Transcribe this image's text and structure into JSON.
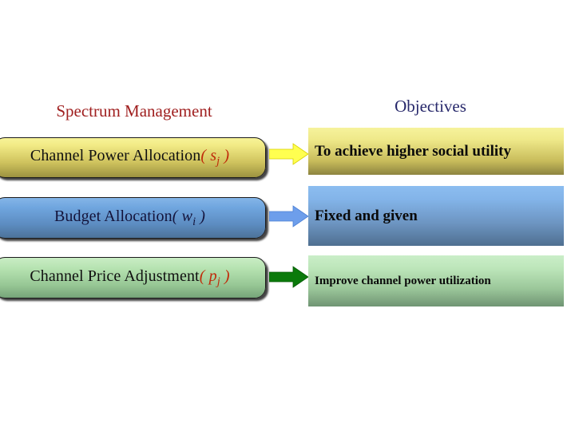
{
  "headings": {
    "left": "Spectrum Management",
    "right": "Objectives",
    "left_color": "#a02020",
    "right_color": "#27286b"
  },
  "rows": [
    {
      "left_label": "Channel Power Allocation",
      "left_symbol_open": "( ",
      "left_symbol_var": "s",
      "left_symbol_sub": "j",
      "left_symbol_close": " )",
      "left_symbol_color": "#c02a0a",
      "arrow_name": "yellow-arrow",
      "arrow_color": "#ffff50",
      "arrow_border": "#e8e000",
      "right_label": "To achieve higher social utility",
      "right_gradient_top": "#f6f39c",
      "right_gradient_bottom": "#8d8440"
    },
    {
      "left_label": "Budget Allocation",
      "left_symbol_open": "( ",
      "left_symbol_var": "w",
      "left_symbol_sub": "i",
      "left_symbol_close": " )",
      "left_symbol_color": "#14143c",
      "arrow_name": "blue-arrow",
      "arrow_color": "#6d9eeb",
      "arrow_border": "#4a7fd4",
      "right_label": "Fixed and given",
      "right_gradient_top": "#8cbdf0",
      "right_gradient_bottom": "#4f6f90"
    },
    {
      "left_label": "Channel Price Adjustment",
      "left_symbol_open": "( ",
      "left_symbol_var": "p",
      "left_symbol_sub": "j",
      "left_symbol_close": " )",
      "left_symbol_color": "#c02a0a",
      "arrow_name": "green-arrow",
      "arrow_color": "#0b7a0b",
      "arrow_border": "#065a06",
      "right_label": "Improve channel power utilization",
      "right_gradient_top": "#caeec8",
      "right_gradient_bottom": "#6f9473"
    }
  ]
}
